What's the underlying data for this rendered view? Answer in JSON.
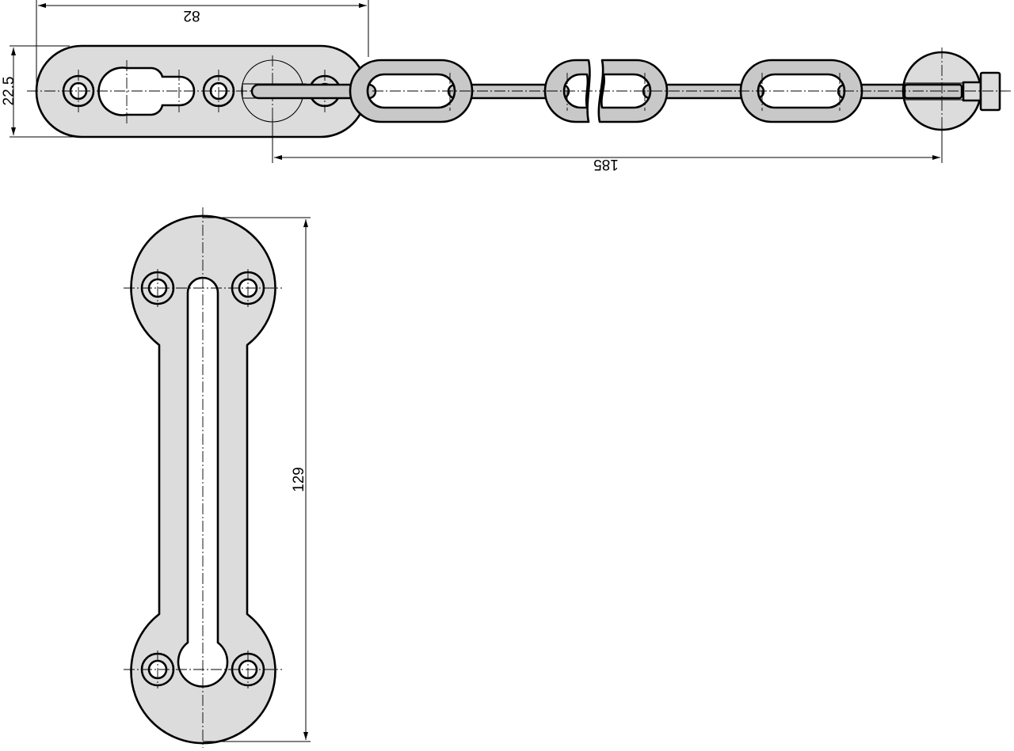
{
  "drawing": {
    "dimensions": {
      "plate_length": "82",
      "plate_height": "22.5",
      "chain_length": "185",
      "guard_height": "129"
    }
  }
}
